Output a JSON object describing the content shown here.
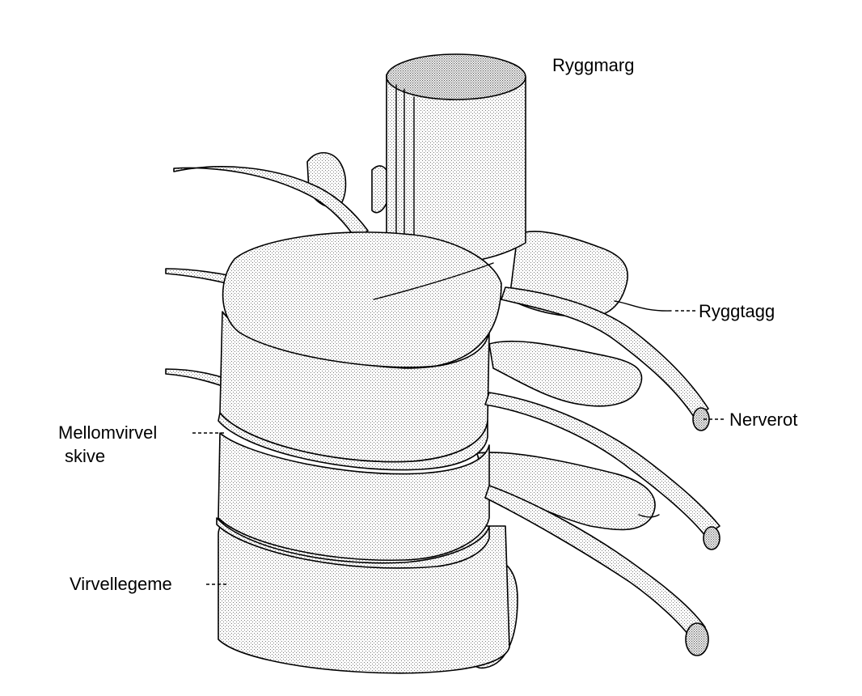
{
  "diagram": {
    "labels": {
      "ryggmarg": "Ryggmarg",
      "ryggtagg": "Ryggtagg",
      "nerverot": "Nerverot",
      "mellomvirvel_line1": "Mellomvirvel",
      "mellomvirvel_line2": "skive",
      "virvellegeme": "Virvellegeme"
    }
  }
}
